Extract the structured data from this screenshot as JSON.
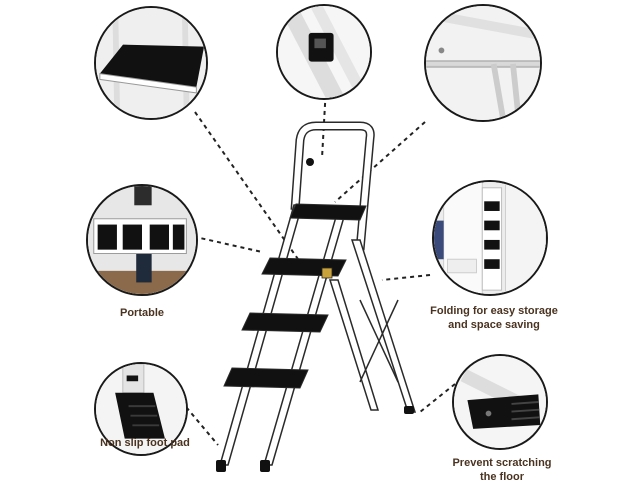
{
  "labels": {
    "portable": "Portable",
    "folding_line1": "Folding for easy storage",
    "folding_line2": "and space saving",
    "non_slip": "Non slip foot pad",
    "prevent_line1": "Prevent scratching",
    "prevent_line2": "the floor"
  },
  "colors": {
    "frame": "#ffffff",
    "frame_outline": "#2a2a2a",
    "step_pad": "#111111",
    "label_text": "#4a3320",
    "accent_hinge": "#c9a23a"
  },
  "icons": {
    "top_left": "step-pad-closeup",
    "top_center": "hinge-knob-closeup",
    "top_right": "steel-tube-closeup",
    "mid_left": "portable-carry-photo",
    "mid_right": "folded-storage-photo",
    "bottom_left": "foot-pad-closeup",
    "bottom_right": "floor-protector-closeup"
  }
}
